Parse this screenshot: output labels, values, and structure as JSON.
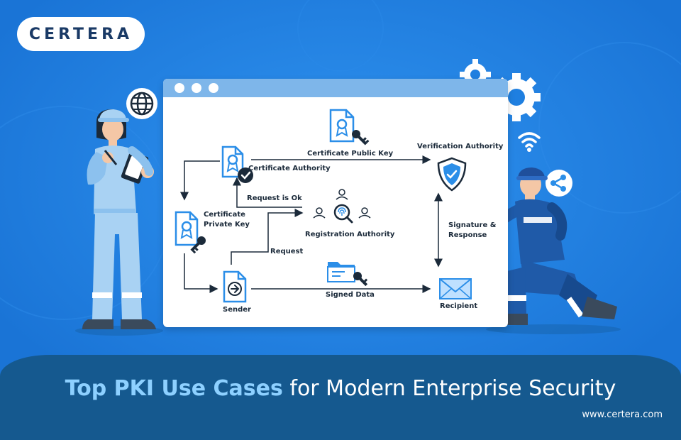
{
  "brand": {
    "logo_text": "CERTERA",
    "website": "www.certera.com"
  },
  "headline": {
    "highlight": "Top PKI Use Cases",
    "rest": " for Modern Enterprise Security"
  },
  "diagram": {
    "nodes": {
      "certificate_authority": "Certificate Authority",
      "certificate_private_key_line1": "Certificate",
      "certificate_private_key_line2": "Private Key",
      "registration_authority": "Registration Authority",
      "verification_authority": "Verification Authority",
      "sender": "Sender",
      "recipient": "Recipient"
    },
    "edges": {
      "certificate_public_key": "Certificate Public Key",
      "request_is_ok": "Request is Ok",
      "request": "Request",
      "signed_data": "Signed Data",
      "signature_response_line1": "Signature &",
      "signature_response_line2": "Response"
    }
  },
  "icons": {
    "globe": "globe-icon",
    "share": "share-icon",
    "wifi": "wifi-icon",
    "gear": "gear-icon",
    "shield": "shield-check-icon",
    "envelope": "envelope-icon",
    "fingerprint": "fingerprint-search-icon",
    "folder": "folder-icon",
    "key": "key-icon",
    "certificate": "certificate-icon"
  },
  "colors": {
    "background": "#1f7fe0",
    "band": "#15598f",
    "accent_light": "#8dd0ff",
    "window_bar": "#7eb6ea",
    "icon_blue": "#2b8ee8",
    "dark": "#1b2a3a"
  }
}
